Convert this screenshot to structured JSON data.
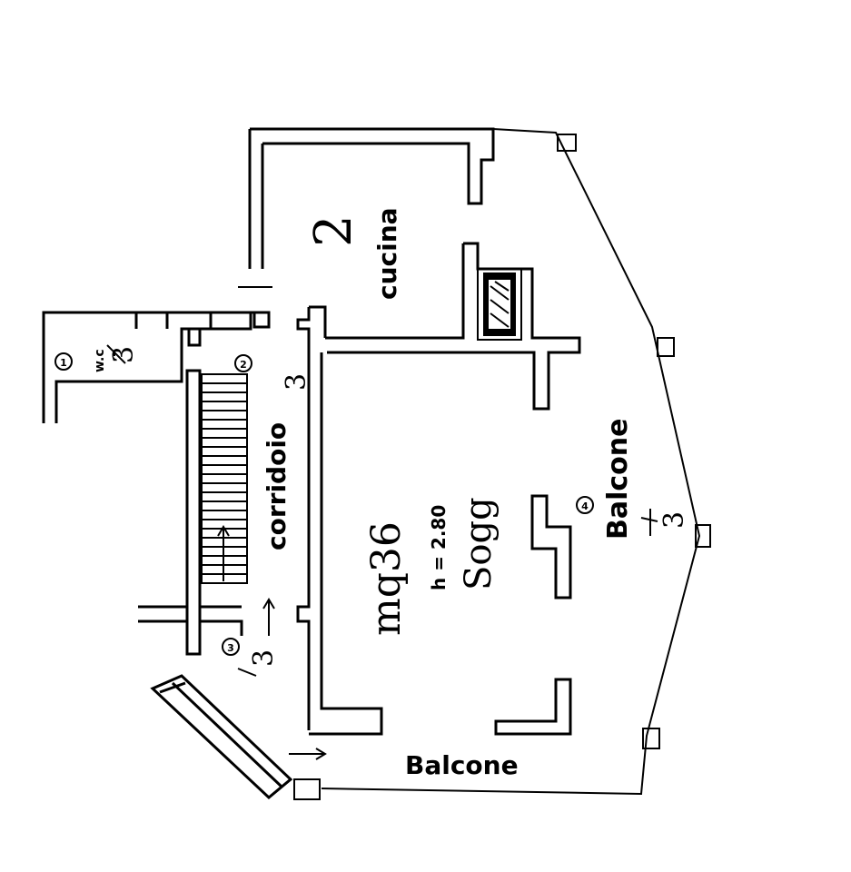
{
  "rooms": {
    "cucina": "cucina",
    "corridoio": "corridoio",
    "wc": "w.c",
    "balcone_right": "Balcone",
    "balcone_bottom": "Balcone"
  },
  "annotations": {
    "area": "mq36",
    "height": "h = 2.80",
    "soggiorno": "Sogg",
    "num_2": "2",
    "num_3a": "3",
    "num_3b": "3",
    "num_3c": "3",
    "num_3d": "3",
    "marker_1": "1",
    "marker_2": "2",
    "marker_3": "3",
    "marker_4": "4"
  }
}
